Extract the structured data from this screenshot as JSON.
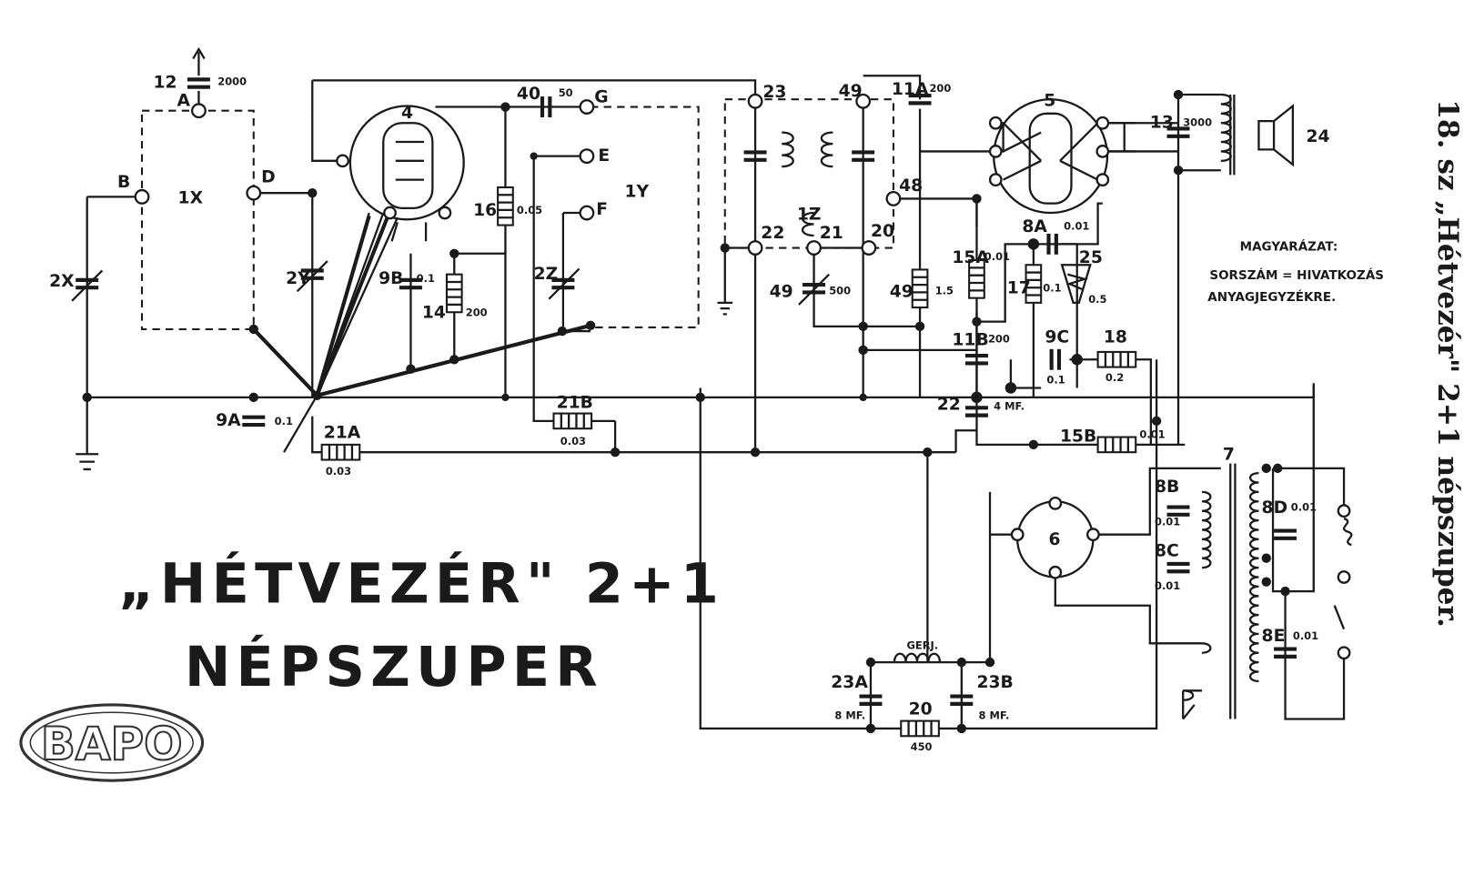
{
  "title": {
    "line1": "„HÉTVEZÉR\" 2+1",
    "line2": "NÉPSZUPER"
  },
  "logo": "BAPO",
  "side_title": "18. sz „Hétvezér\" 2+1 népszuper.",
  "legend": {
    "heading": "MAGYARÁZAT:",
    "line1": "SORSZÁM = HIVATKOZÁS",
    "line2": "ANYAGJEGYZÉKRE."
  },
  "labels": {
    "c12": "12",
    "c12v": "2000",
    "tA": "A",
    "tB": "B",
    "t1X": "1X",
    "tD": "D",
    "c2X": "2X",
    "v4": "4",
    "c40": "40",
    "c40v": "50",
    "tG": "G",
    "tE": "E",
    "tF": "F",
    "t1Y": "1Y",
    "r16": "16",
    "r16v": "0.05",
    "c2Y": "2Y",
    "c9B": "9B",
    "c9Bv": "0.1",
    "r14": "14",
    "r14v": "200",
    "c2Z": "2Z",
    "c9A": "9A",
    "c9Av": "0.1",
    "r21A": "21A",
    "r21Av": "0.03",
    "r21B": "21B",
    "r21Bv": "0.03",
    "t23": "23",
    "t49a": "49",
    "c11A": "11A",
    "c11Av": "200",
    "t1Z": "1Z",
    "t48": "48",
    "t22": "22",
    "t21": "21",
    "t20": "20",
    "c49": "49",
    "c49v": "500",
    "r49": "49",
    "r49v": "1.5",
    "v5": "5",
    "c13": "13",
    "c13v": "3000",
    "spk24": "24",
    "r15A": "15A",
    "r15Av": "0.01",
    "c8A": "8A",
    "c8Av": "0.01",
    "p25": "25",
    "p25v": "0.5",
    "r17": "17",
    "r17v": "0.1",
    "c11B": "11B",
    "c11Bv": "200",
    "c9C": "9C",
    "c9Cv": "0.1",
    "r18": "18",
    "r18v": "0.2",
    "c22": "22",
    "c22v": "4 MF.",
    "r15B": "15B",
    "r15Bv": "0.01",
    "tr7": "7",
    "c8B": "8B",
    "c8Bv": "0.01",
    "c8C": "8C",
    "c8Cv": "0.01",
    "c8D": "8D",
    "c8Dv": "0.01",
    "c8E": "8E",
    "c8Ev": "0.01",
    "v6": "6",
    "gerj": "GERJ.",
    "c23A": "23A",
    "c23Av": "8 MF.",
    "c23B": "23B",
    "c23Bv": "8 MF.",
    "r20": "20",
    "r20v": "450"
  }
}
